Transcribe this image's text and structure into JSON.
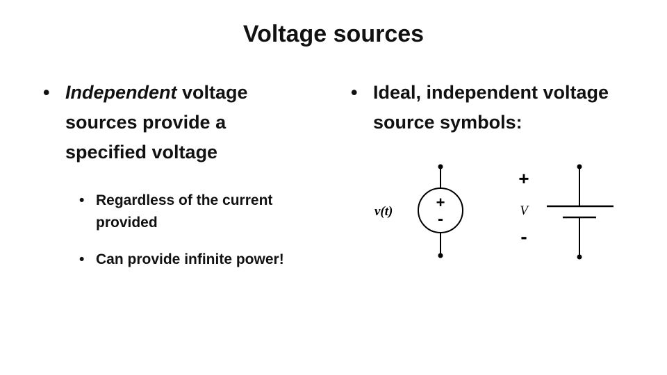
{
  "slide": {
    "title": "Voltage sources",
    "left": {
      "bullet_emphasis": "Independent",
      "bullet_rest": " voltage sources provide a specified voltage",
      "sub_bullets": [
        "Regardless of the current provided",
        "Can provide infinite power!"
      ]
    },
    "right": {
      "bullet": "Ideal, independent voltage source symbols:"
    },
    "symbols": {
      "source_label": "v(t)",
      "source_plus": "+",
      "source_minus": "-",
      "battery_plus": "+",
      "battery_label": "V",
      "battery_minus": "-"
    }
  }
}
